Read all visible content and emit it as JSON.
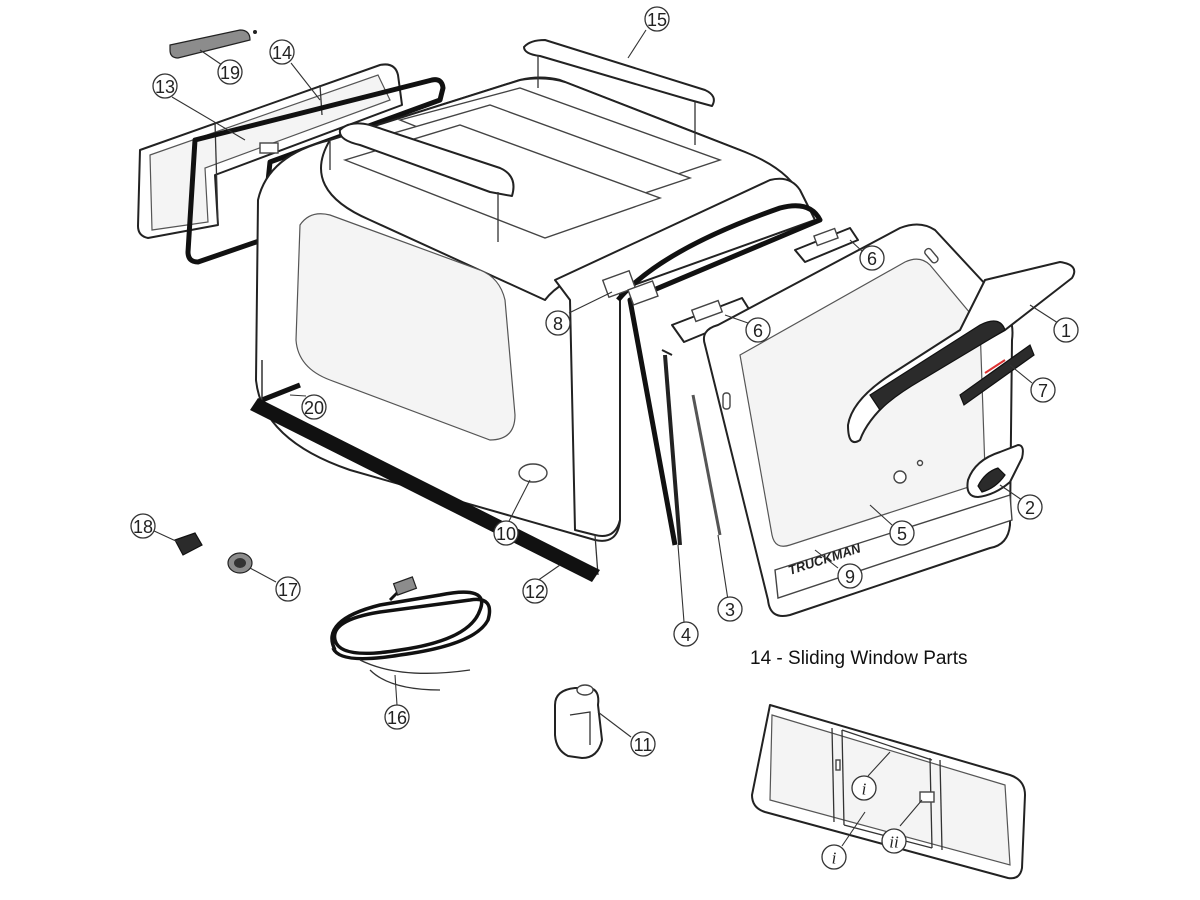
{
  "section_title": "14 - Sliding Window Parts",
  "brand": "TRUCKMAN",
  "callouts": [
    {
      "id": "c1",
      "label": "1"
    },
    {
      "id": "c2",
      "label": "2"
    },
    {
      "id": "c3",
      "label": "3"
    },
    {
      "id": "c4",
      "label": "4"
    },
    {
      "id": "c5",
      "label": "5"
    },
    {
      "id": "c6a",
      "label": "6"
    },
    {
      "id": "c6b",
      "label": "6"
    },
    {
      "id": "c7",
      "label": "7"
    },
    {
      "id": "c8",
      "label": "8"
    },
    {
      "id": "c9",
      "label": "9"
    },
    {
      "id": "c10",
      "label": "10"
    },
    {
      "id": "c11",
      "label": "11"
    },
    {
      "id": "c12",
      "label": "12"
    },
    {
      "id": "c13",
      "label": "13"
    },
    {
      "id": "c14",
      "label": "14"
    },
    {
      "id": "c15",
      "label": "15"
    },
    {
      "id": "c16",
      "label": "16"
    },
    {
      "id": "c17",
      "label": "17"
    },
    {
      "id": "c18",
      "label": "18"
    },
    {
      "id": "c19",
      "label": "19"
    },
    {
      "id": "c20",
      "label": "20"
    },
    {
      "id": "ci1",
      "label": "i"
    },
    {
      "id": "ci2",
      "label": "i"
    },
    {
      "id": "cii",
      "label": "ii"
    }
  ]
}
